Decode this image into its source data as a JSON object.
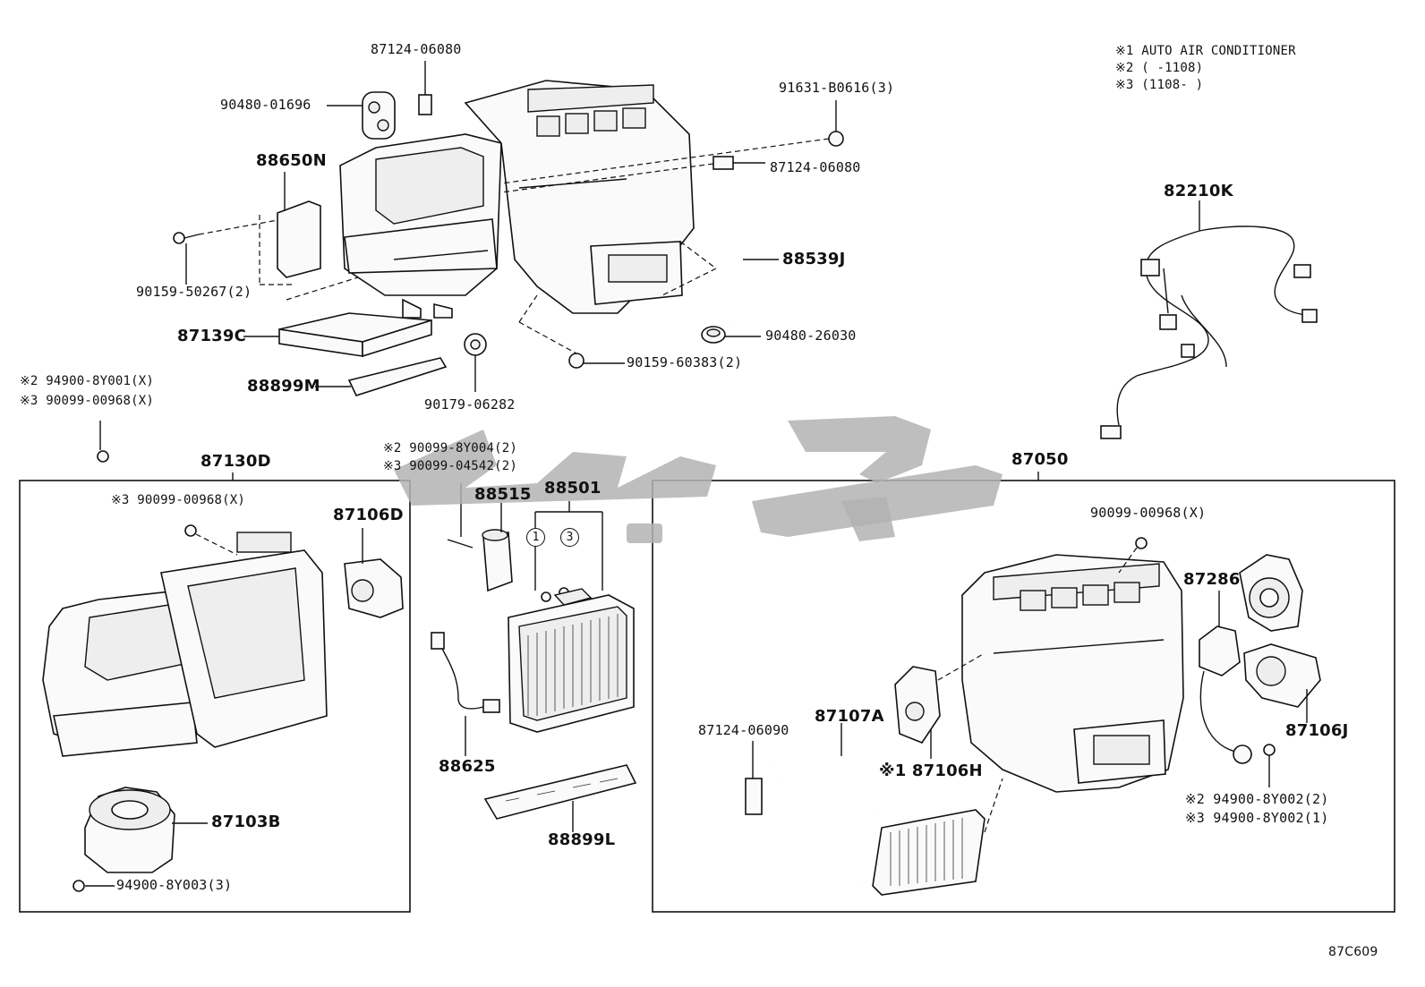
{
  "notes": {
    "n1": "※1 AUTO AIR CONDITIONER",
    "n2": "※2 (      -1108)",
    "n3": "※3 (1108-      )"
  },
  "labels": {
    "p87124_06080_top": "87124-06080",
    "p90480_01696": "90480-01696",
    "p91631_b0616": "91631-B0616(3)",
    "p88650n": "88650N",
    "p87124_06080_right": "87124-06080",
    "p82210k": "82210K",
    "p88539j": "88539J",
    "p90159_50267": "90159-50267(2)",
    "p87139c": "87139C",
    "p90480_26030": "90480-26030",
    "p90159_60383": "90159-60383(2)",
    "p88899m": "88899M",
    "p90179_06282": "90179-06282",
    "p94900_8y001": "※2 94900-8Y001(X)",
    "p90099_00968_left": "※3 90099-00968(X)",
    "p87130d": "87130D",
    "p87050": "87050",
    "p90099_8y004": "※2 90099-8Y004(2)",
    "p90099_04542": "※3 90099-04542(2)",
    "p88515": "88515",
    "p88501": "88501",
    "p90099_00968_box": "※3 90099-00968(X)",
    "p87106d": "87106D",
    "p90099_00968_right": "90099-00968(X)",
    "p87286": "87286",
    "p87106j": "87106J",
    "p87124_06090": "87124-06090",
    "p87107a": "87107A",
    "p87106h": "※1 87106H",
    "p94900_8y002_2": "※2 94900-8Y002(2)",
    "p94900_8y002_1": "※3 94900-8Y002(1)",
    "p88625": "88625",
    "p87103b": "87103B",
    "p88899l": "88899L",
    "p94900_8y003": "94900-8Y003(3)",
    "circle1": "1",
    "circle3": "3",
    "ref_code": "87C609"
  },
  "watermark": {
    "text": "جی‌بی",
    "color": "#b3b3b3"
  }
}
